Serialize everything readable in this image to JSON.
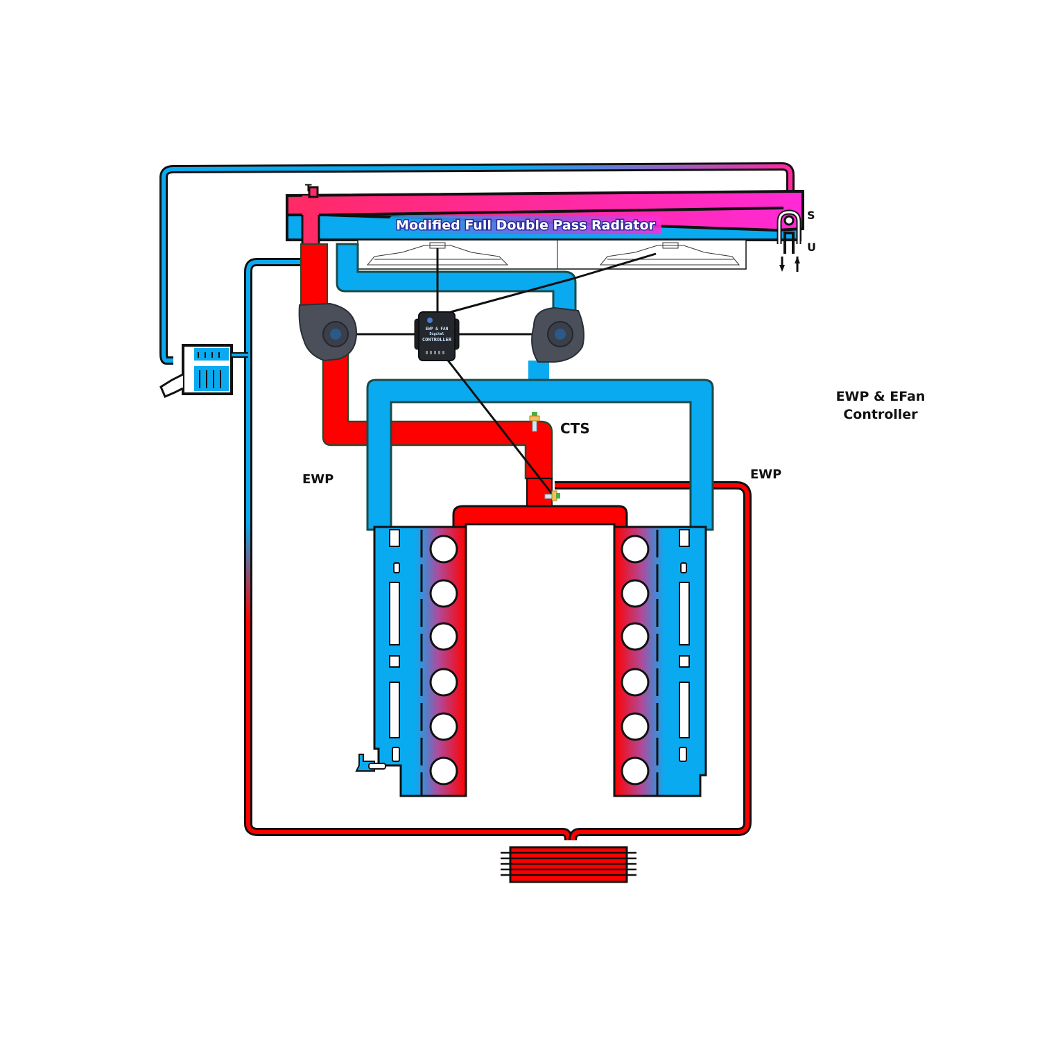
{
  "diagram": {
    "radiator": {
      "title": "Modified Full Double Pass Radiator",
      "cap_marker": "T",
      "switch_labels": [
        "S",
        "U"
      ]
    },
    "labels": {
      "ewp_left": "EWP",
      "ewp_right": "EWP",
      "cts": "CTS",
      "controller_title_line1": "EWP & EFan",
      "controller_title_line2": "Controller"
    },
    "controller_box": {
      "line1": "EWP & FAN",
      "line2": "Digital",
      "line3": "CONTROLLER"
    },
    "colors": {
      "hot": "#ff0000",
      "cold": "#0aaaf0",
      "radiator_top": "#ff2a6a",
      "radiator_end": "#ff2ad6",
      "pump": "#4a4f5a",
      "outline": "#111111"
    }
  }
}
